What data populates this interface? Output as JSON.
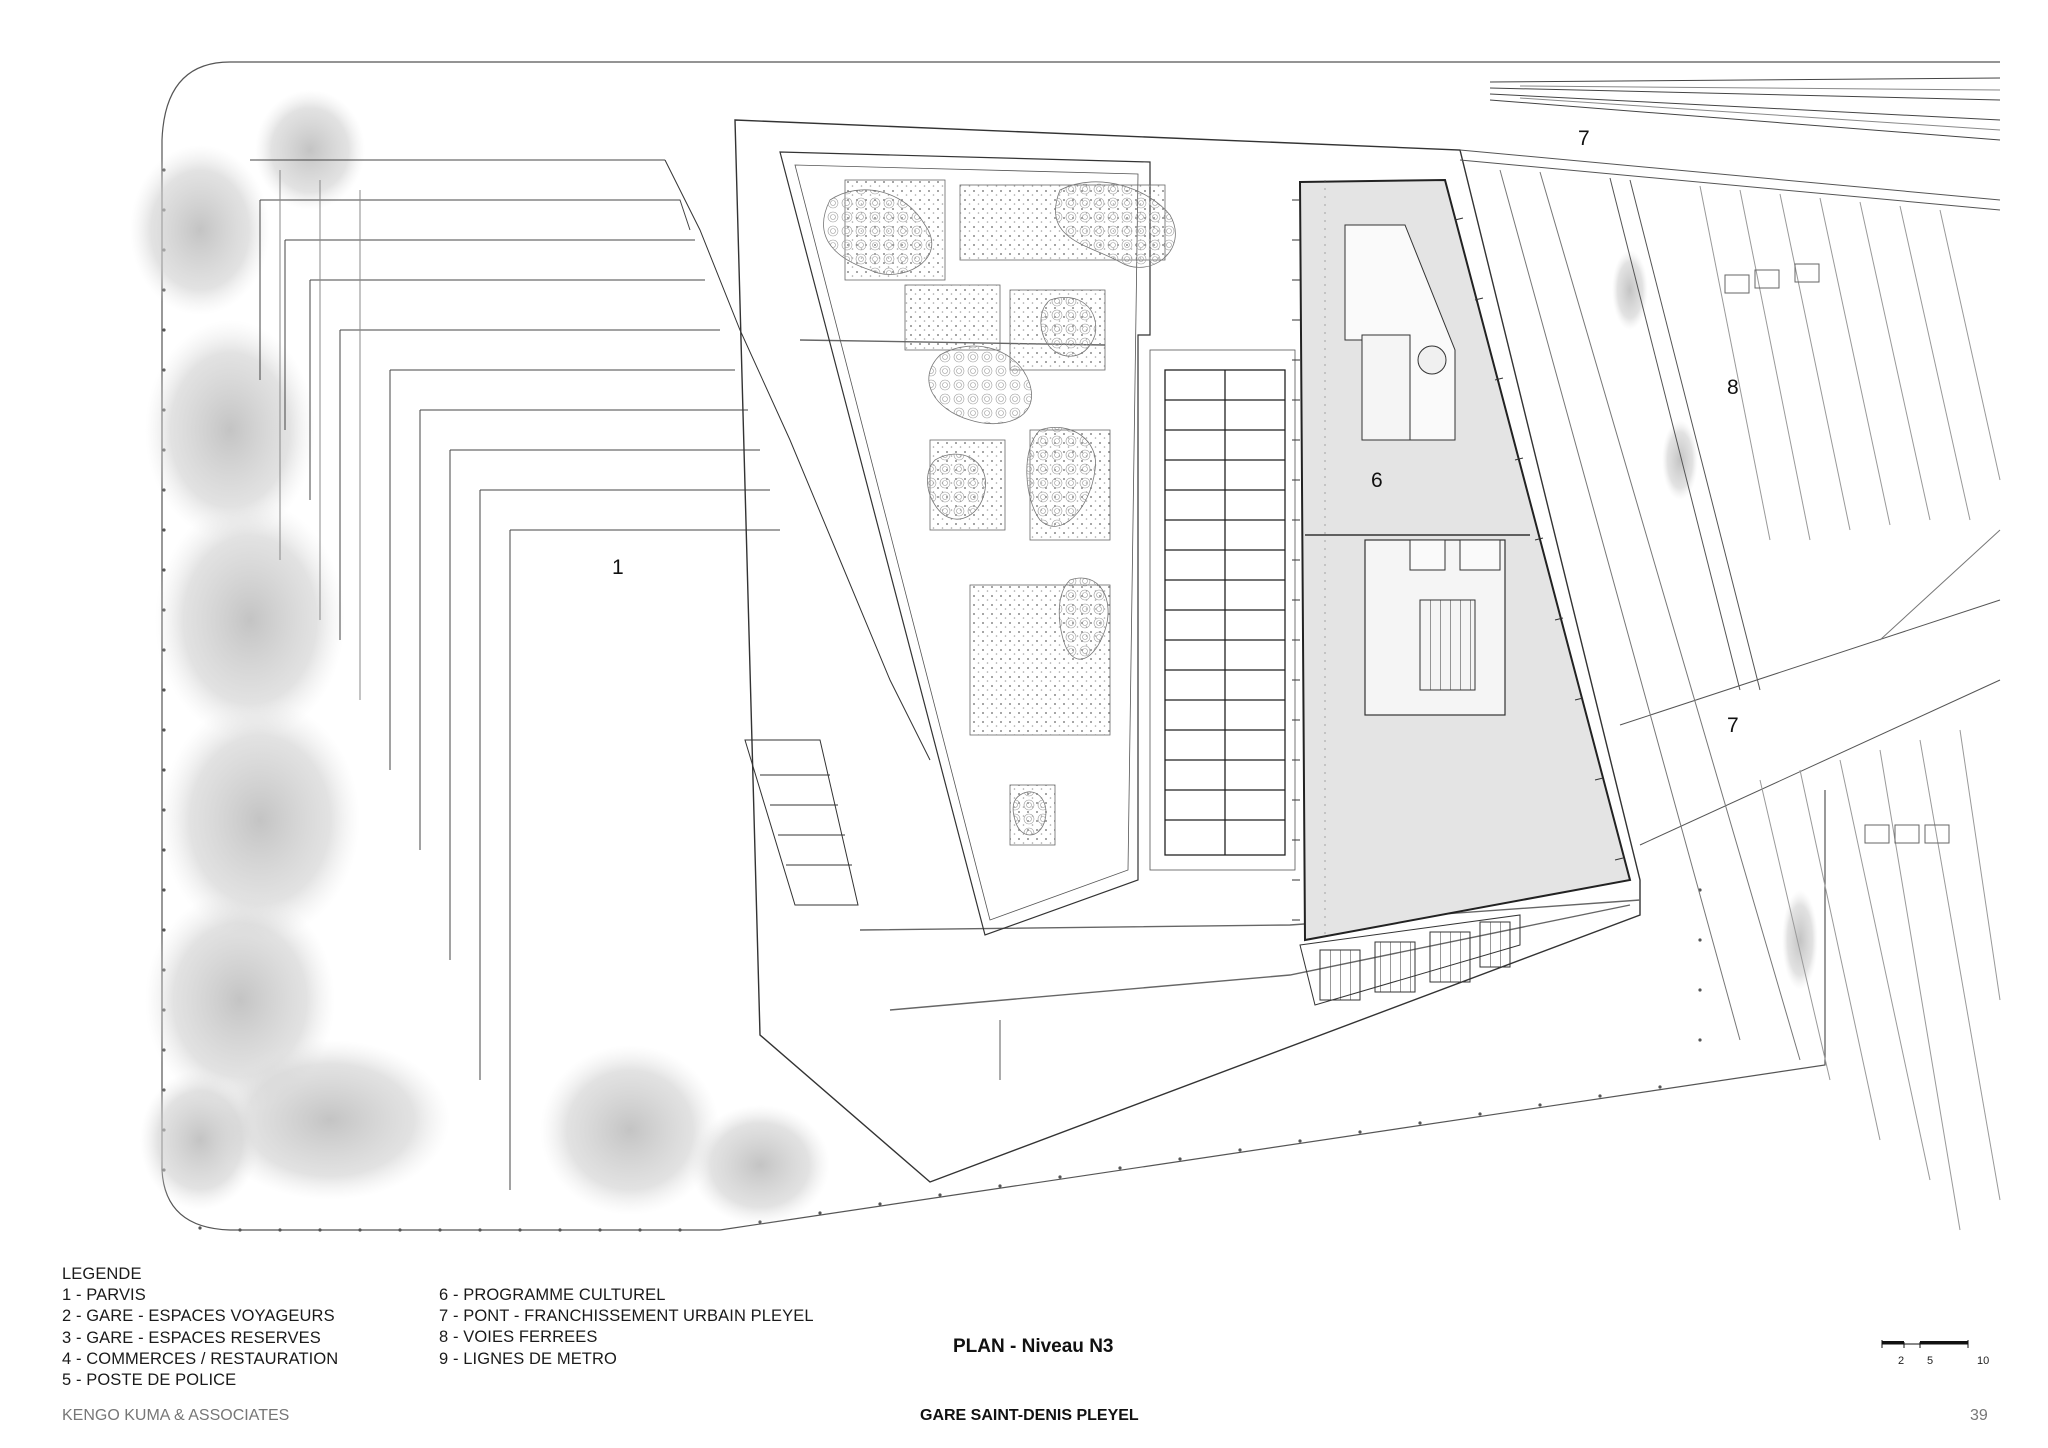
{
  "plan": {
    "labels": [
      "1",
      "6",
      "7",
      "7",
      "8"
    ]
  },
  "legend": {
    "heading": "LEGENDE",
    "col1": [
      "1 - PARVIS",
      "2 - GARE - ESPACES VOYAGEURS",
      "3 - GARE - ESPACES RESERVES",
      "4 - COMMERCES / RESTAURATION",
      "5 - POSTE DE POLICE"
    ],
    "col2": [
      "6 - PROGRAMME CULTUREL",
      "7 -  PONT - FRANCHISSEMENT URBAIN PLEYEL",
      "8 - VOIES FERREES",
      "9 - LIGNES DE METRO"
    ]
  },
  "sheet_title": "PLAN - Niveau N3",
  "scale_bar": {
    "ticks": [
      "2",
      "5",
      "10"
    ]
  },
  "footer": {
    "firm": "KENGO KUMA & ASSOCIATES",
    "project": "GARE SAINT-DENIS PLEYEL",
    "page": "39"
  },
  "colors": {
    "ink": "#111111",
    "line": "#444444",
    "light": "#9a9a9a",
    "shade": "#e2e2e2"
  }
}
